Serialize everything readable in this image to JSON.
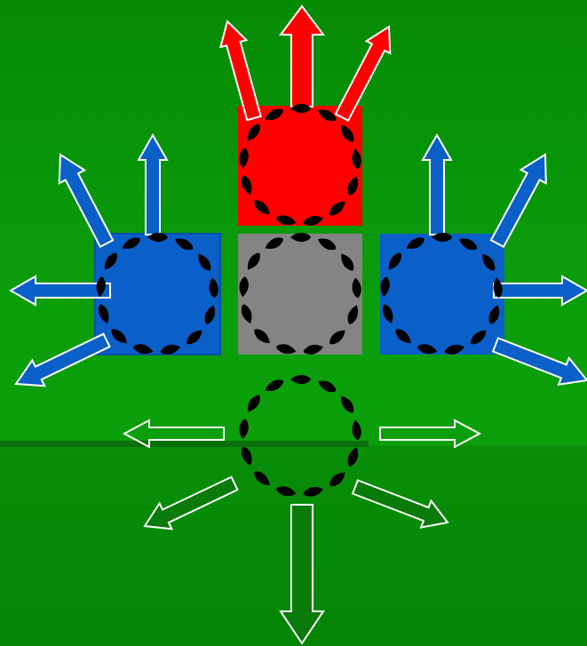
{
  "colors": {
    "background_top": "#068a06",
    "background_bottom": "#099b09",
    "divider": "#0a6e0a",
    "red": "#ff0000",
    "blue": "#0a60c8",
    "gray": "#848484",
    "dark_green": "#0a7a0a",
    "outline": "#ffffff",
    "ring_dots": "#000000"
  },
  "squares": [
    {
      "id": "red-square",
      "fill": "red"
    },
    {
      "id": "gray-square",
      "fill": "gray"
    },
    {
      "id": "left-blue-square",
      "fill": "blue"
    },
    {
      "id": "right-blue-square",
      "fill": "blue"
    }
  ],
  "arrow_groups": [
    {
      "id": "red-arrows",
      "fill": "red",
      "count": 3
    },
    {
      "id": "left-blue-arrows",
      "fill": "blue",
      "count": 4
    },
    {
      "id": "right-blue-arrows",
      "fill": "blue",
      "count": 4
    },
    {
      "id": "green-outline-arrows",
      "fill": "none",
      "count": 2
    },
    {
      "id": "green-filled-arrows",
      "fill": "dark_green",
      "count": 3
    }
  ]
}
